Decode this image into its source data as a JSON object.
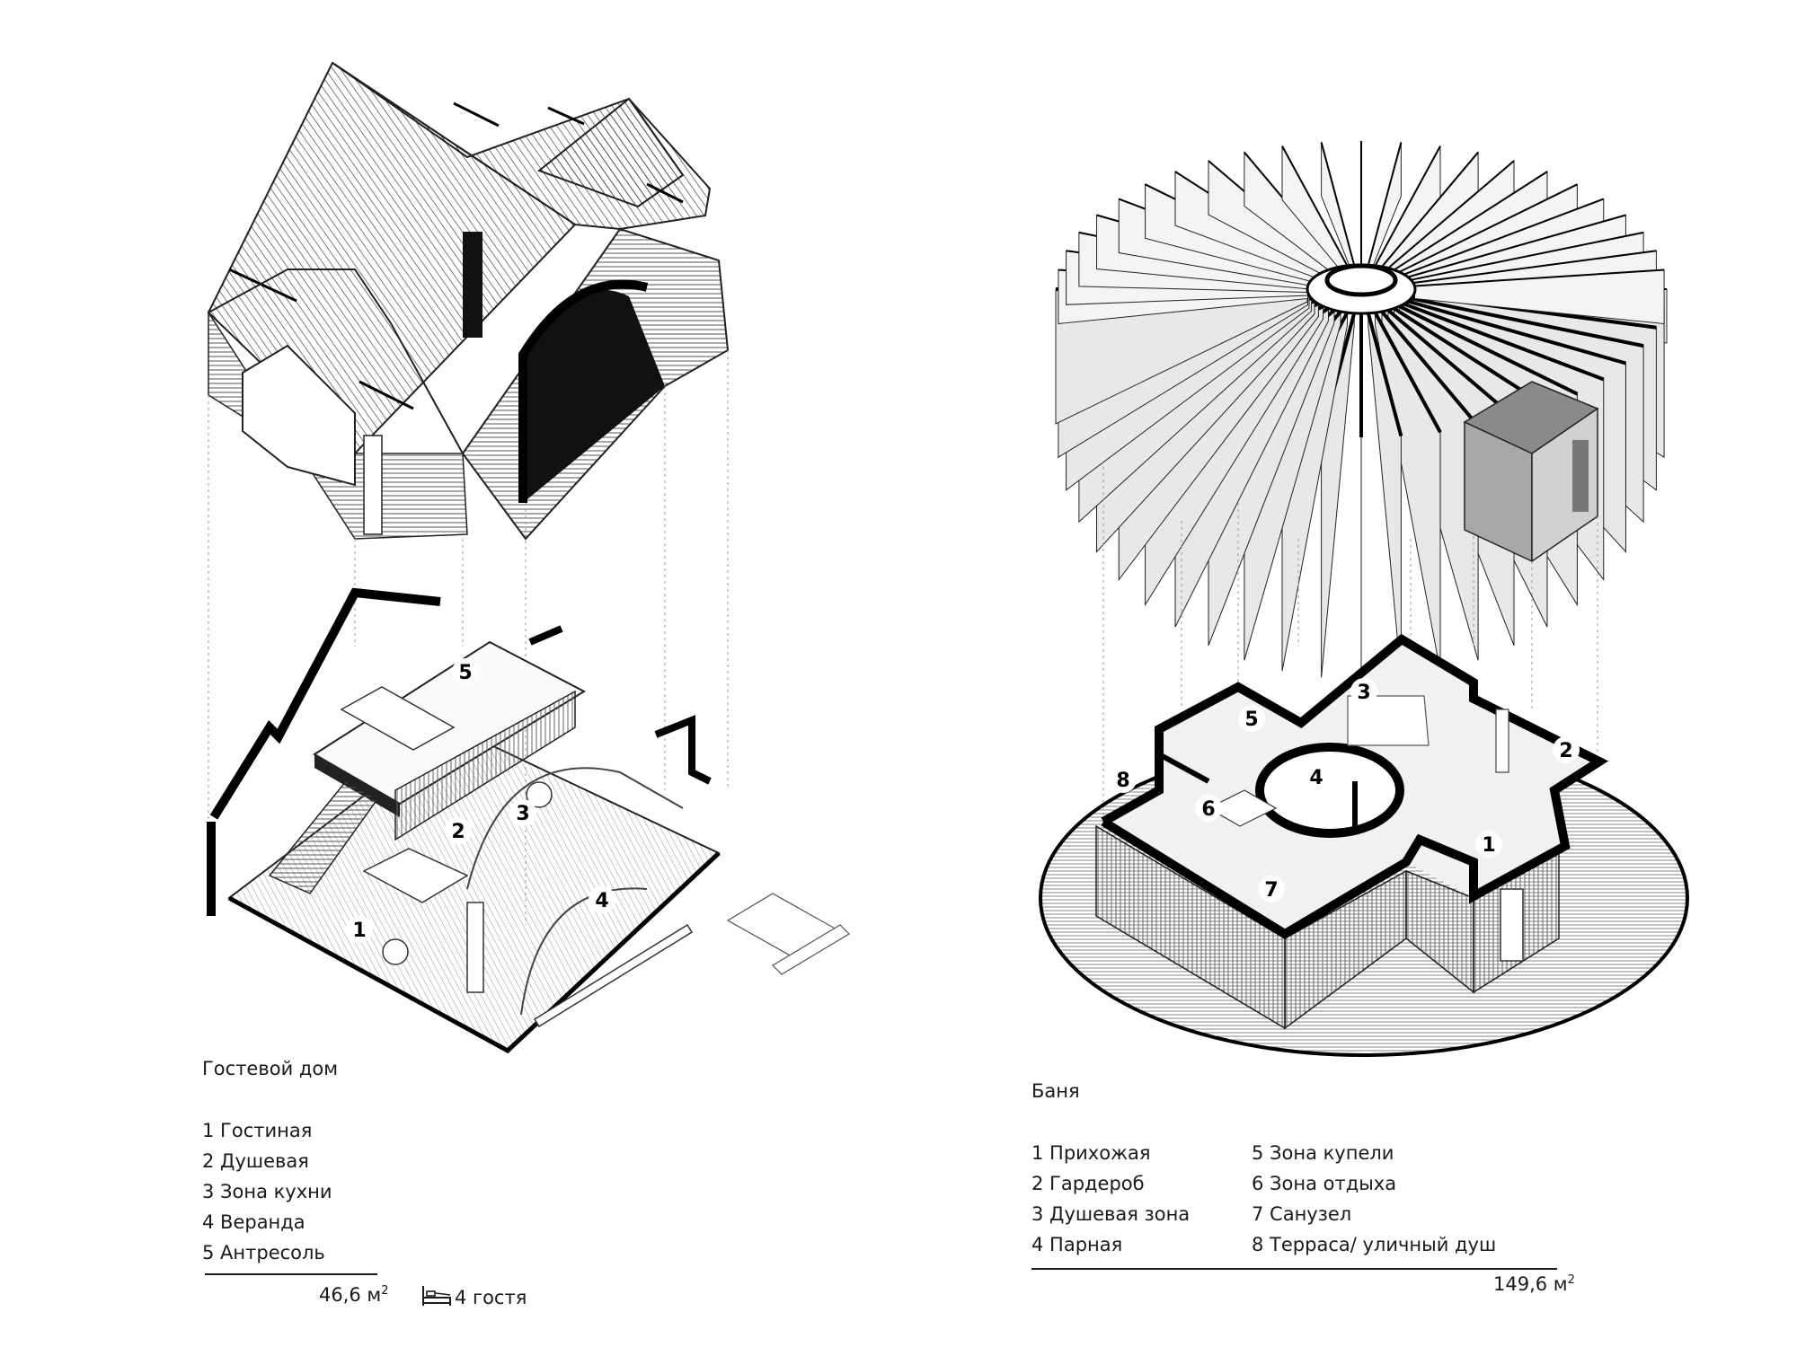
{
  "guest_house": {
    "title": "Гостевой дом",
    "rooms": [
      "1 Гостиная",
      "2 Душевая",
      "3 Зона кухни",
      "4 Веранда",
      "5 Антресоль"
    ],
    "area_value": "46,6 м",
    "area_sup": "2",
    "guests": "4  гостя",
    "markers": [
      "1",
      "2",
      "3",
      "4",
      "5"
    ]
  },
  "bathhouse": {
    "title": "Баня",
    "rooms_col1": [
      "1 Прихожая",
      "2 Гардероб",
      "3 Душевая зона",
      "4 Парная"
    ],
    "rooms_col2": [
      "5 Зона купели",
      "6 Зона отдыха",
      "7 Санузел",
      "8 Терраса/ уличный душ"
    ],
    "area_value": "149,6 м",
    "area_sup": "2",
    "markers": [
      "1",
      "2",
      "3",
      "4",
      "5",
      "6",
      "7",
      "8"
    ]
  },
  "icons": {
    "guests": "bed-icon"
  }
}
